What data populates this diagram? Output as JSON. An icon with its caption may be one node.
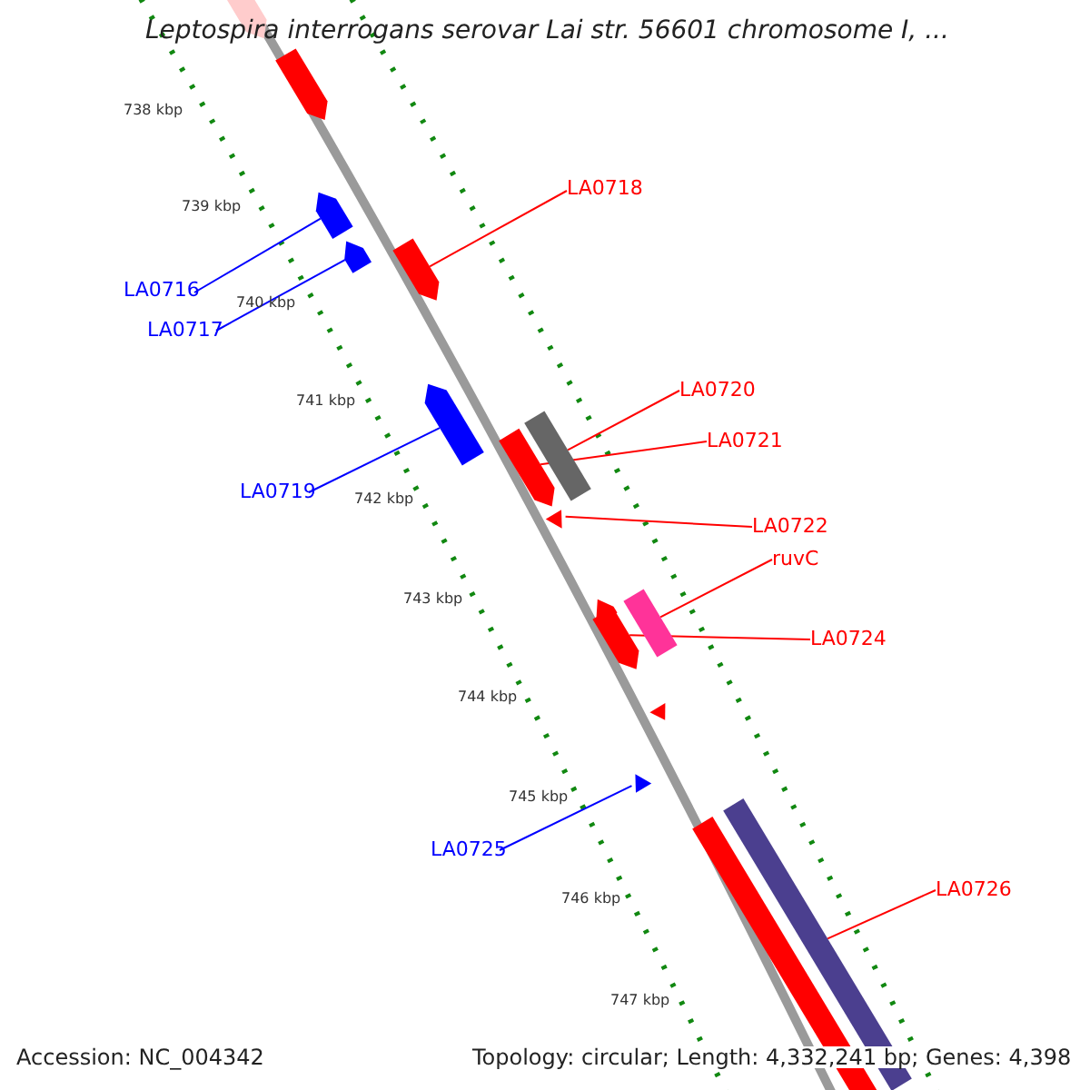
{
  "diagram": {
    "title": "Leptospira interrogans serovar Lai str. 56601 chromosome I, ...",
    "nodes": [
      {
        "text": [
          "LA0716"
        ]
      },
      {
        "text": [],
        "shape": "arrow"
      },
      {
        "text": [
          "LA0717"
        ]
      },
      {
        "text": [],
        "shape": "arrow"
      },
      {
        "text": [
          "LA0718"
        ]
      },
      {
        "text": [],
        "shape": "arrow"
      },
      {
        "text": [
          "LA0719"
        ]
      },
      {
        "text": [],
        "shape": "arrow"
      },
      {
        "text": [
          "LA0720"
        ]
      },
      {
        "text": [],
        "shape": "bar"
      },
      {
        "text": [
          "LA0721"
        ]
      },
      {
        "text": [],
        "shape": "arrow"
      },
      {
        "text": [
          "LA0722"
        ]
      },
      {
        "text": [],
        "shape": "triangle"
      },
      {
        "text": [
          "ruvC"
        ]
      },
      {
        "text": [],
        "shape": "bar"
      },
      {
        "text": [
          "LA0724"
        ]
      },
      {
        "text": [],
        "shape": "arrow"
      },
      {
        "text": [
          "LA0725"
        ]
      },
      {
        "text": [],
        "shape": "triangle"
      },
      {
        "text": [
          "LA0726"
        ]
      },
      {
        "text": [],
        "shape": "bar"
      },
      {
        "text": [],
        "shape": "arrow"
      },
      {
        "text": [],
        "shape": "arrow"
      },
      {
        "text": [],
        "shape": "arrow"
      },
      {
        "text": [],
        "shape": "triangle"
      },
      {
        "text": [],
        "shape": "bar"
      }
    ],
    "edges": [
      {
        "from": 0,
        "to": 1,
        "arrow": "none",
        "color": "#0000ff"
      },
      {
        "from": 2,
        "to": 3,
        "arrow": "none",
        "color": "#0000ff"
      },
      {
        "from": 4,
        "to": 5,
        "arrow": "none"
      },
      {
        "from": 6,
        "to": 7,
        "arrow": "none",
        "color": "#0000ff"
      },
      {
        "from": 8,
        "to": 9,
        "arrow": "none"
      },
      {
        "from": 10,
        "to": 11,
        "arrow": "none"
      },
      {
        "from": 12,
        "to": 13,
        "arrow": "none"
      },
      {
        "from": 14,
        "to": 15,
        "arrow": "none"
      },
      {
        "from": 16,
        "to": 17,
        "arrow": "none"
      },
      {
        "from": 18,
        "to": 19,
        "arrow": "none",
        "color": "#0000ff"
      },
      {
        "from": 20,
        "to": 21,
        "arrow": "none"
      }
    ],
    "labels": [
      "738 kbp",
      "739 kbp",
      "740 kbp",
      "741 kbp",
      "742 kbp",
      "743 kbp",
      "744 kbp",
      "745 kbp",
      "746 kbp",
      "747 kbp",
      "Accession: NC_004342",
      "Topology: circular; Length: 4,332,241 bp; Genes: 4,398"
    ]
  }
}
